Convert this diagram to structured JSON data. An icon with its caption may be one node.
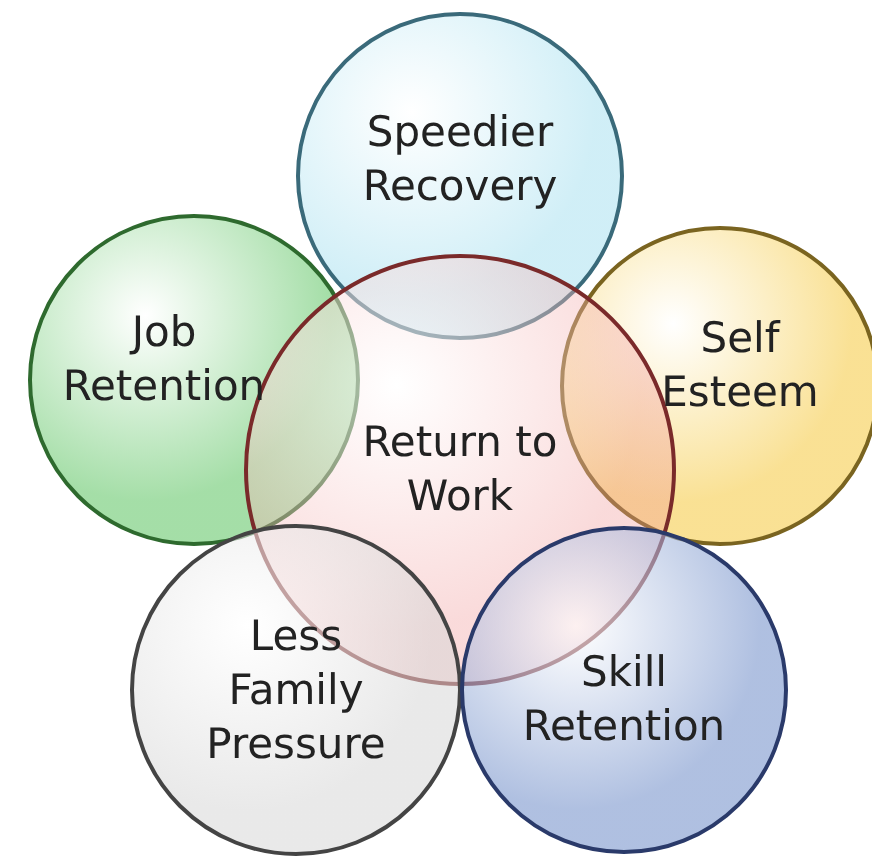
{
  "diagram": {
    "nodes": [
      {
        "text": [
          "Speedier Recovery"
        ]
      },
      {
        "text": [
          "Job Retention"
        ]
      },
      {
        "text": [
          "Self Esteem"
        ]
      },
      {
        "text": [
          "Return to Work"
        ]
      },
      {
        "text": [
          "Less Family Pressure"
        ]
      },
      {
        "text": [
          "Skill Retention"
        ]
      }
    ]
  }
}
